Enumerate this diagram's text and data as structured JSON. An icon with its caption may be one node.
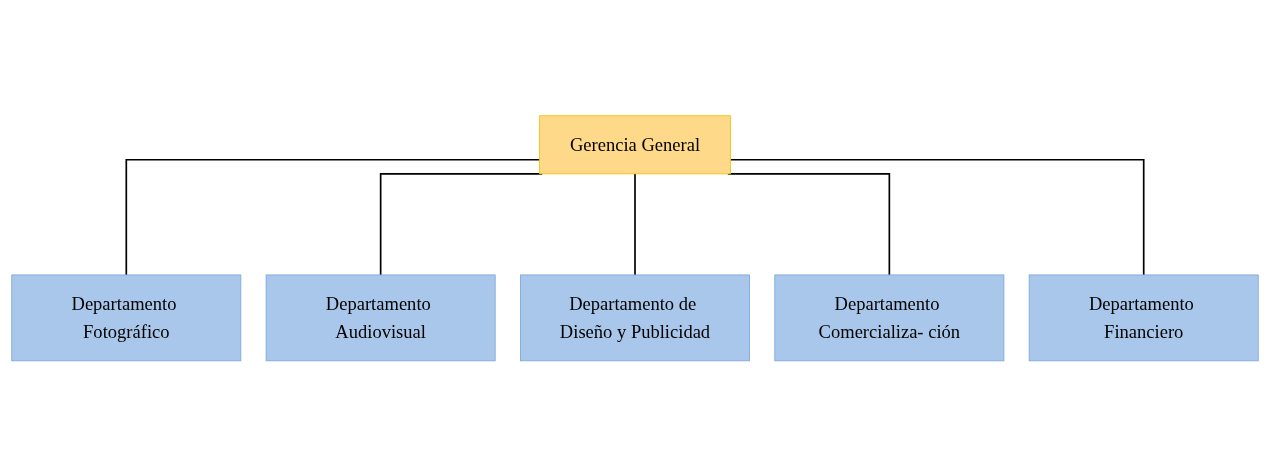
{
  "diagram": {
    "nodes": [
      {
        "text": [
          "Gerencia General"
        ]
      },
      {
        "text": [
          "Departamento Fotográfico"
        ]
      },
      {
        "text": [
          "Departamento Audiovisual"
        ]
      },
      {
        "text": [
          "Departamento de Diseño y Publicidad"
        ]
      },
      {
        "text": [
          "Departamento Comercializa- ción"
        ]
      },
      {
        "text": [
          "Departamento Financiero"
        ]
      }
    ],
    "edges": [
      {
        "from": 0,
        "to": 1,
        "arrow": "none"
      },
      {
        "from": 0,
        "to": 2,
        "arrow": "none"
      },
      {
        "from": 0,
        "to": 3,
        "arrow": "none"
      },
      {
        "from": 0,
        "to": 4,
        "arrow": "none"
      },
      {
        "from": 0,
        "to": 5,
        "arrow": "none"
      }
    ]
  }
}
